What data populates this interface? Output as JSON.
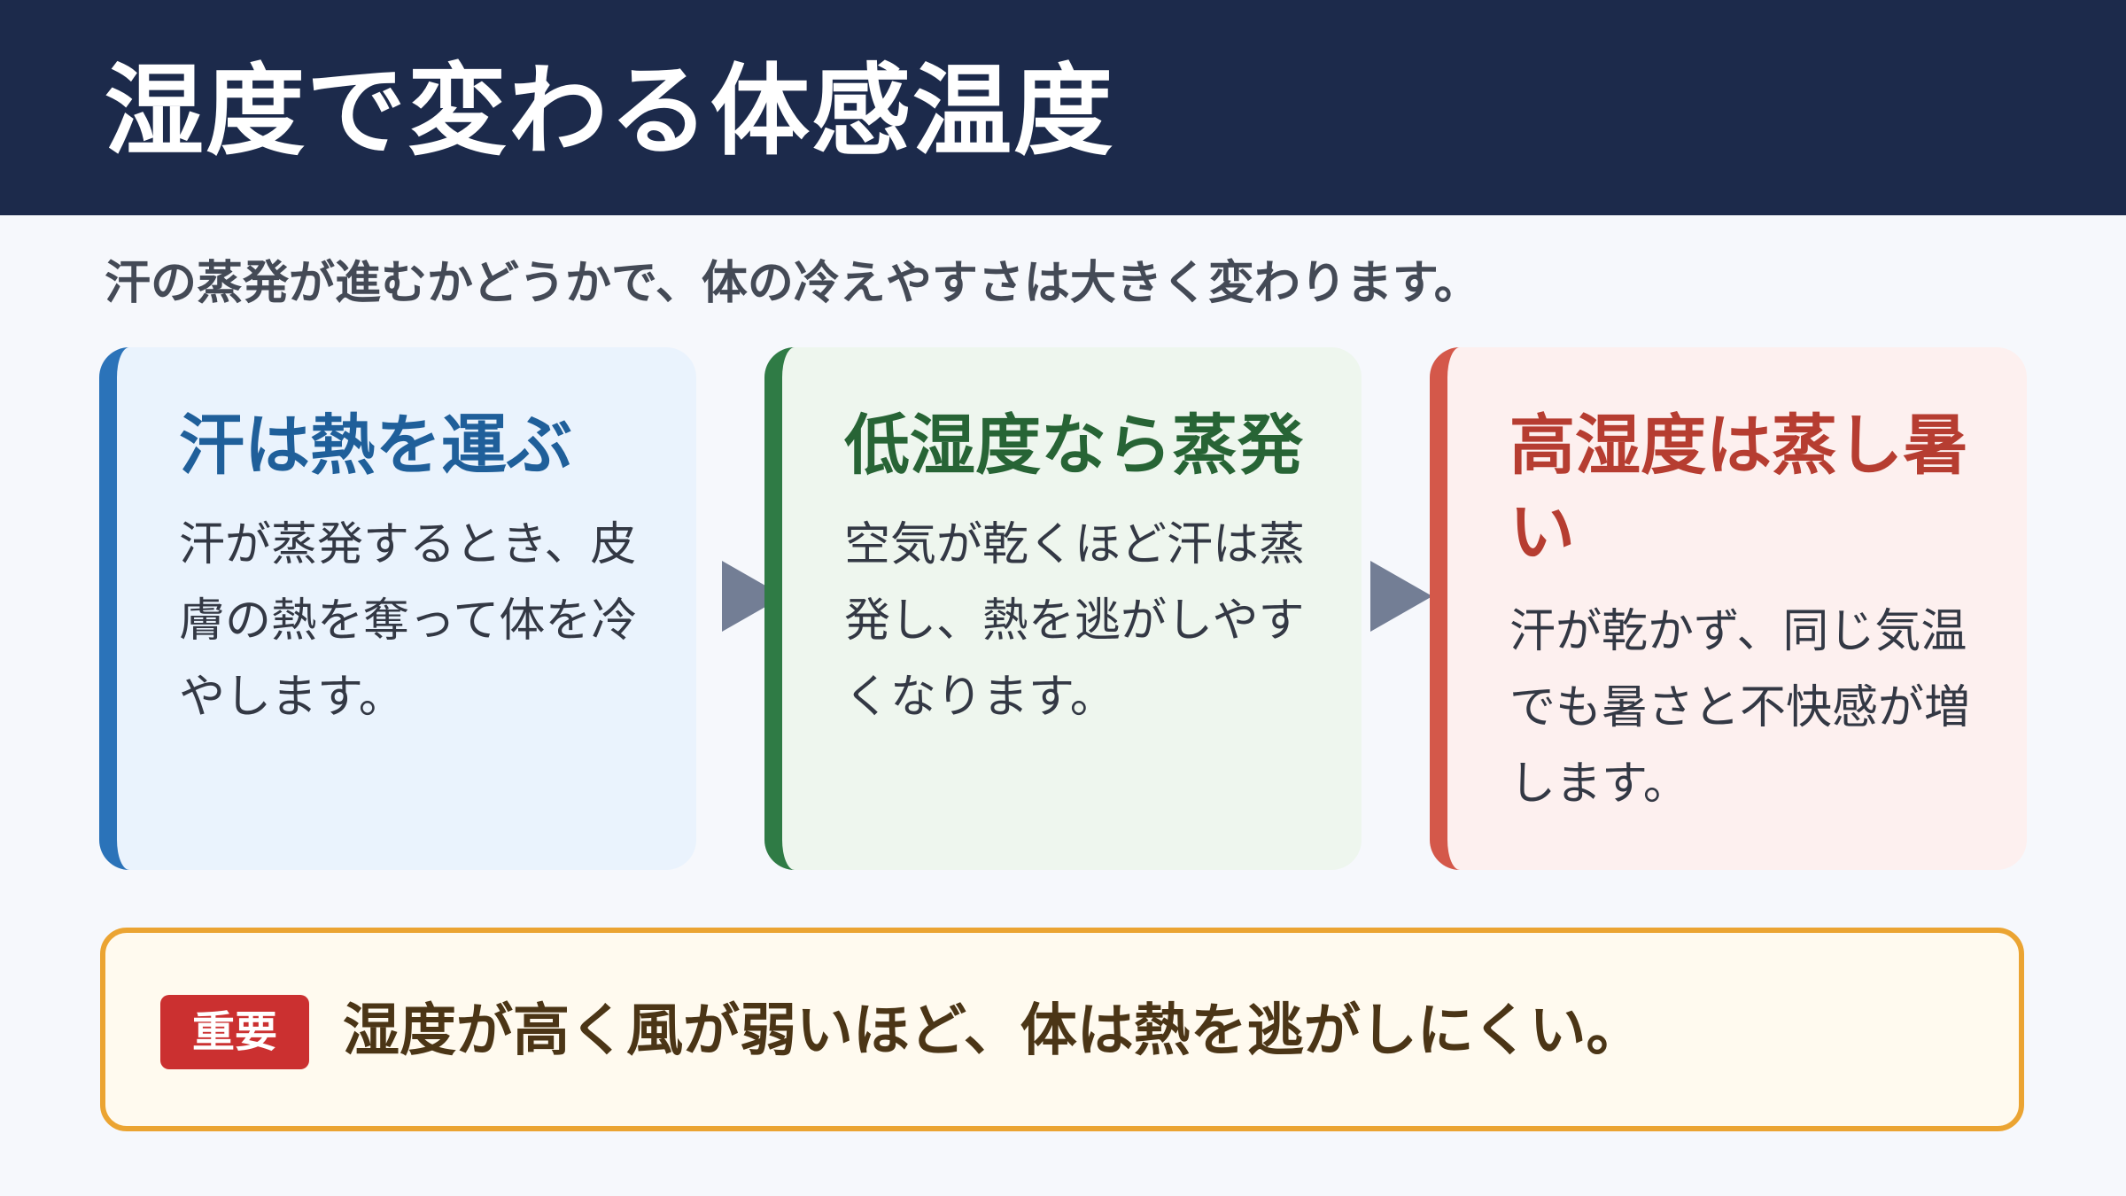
{
  "title": "湿度で変わる体感温度",
  "subtitle": "汗の蒸発が進むかどうかで、体の冷えやすさは大きく変わります。",
  "cards": [
    {
      "title": "汗は熱を運ぶ",
      "body": "汗が蒸発するとき、皮膚の熱を奪って体を冷やします。",
      "accent": "#2b73b9",
      "background": "#eaf3fd"
    },
    {
      "title": "低湿度なら蒸発",
      "body": "空気が乾くほど汗は蒸発し、熱を逃がしやすくなります。",
      "accent": "#2f7b45",
      "background": "#eef6ee"
    },
    {
      "title": "高湿度は蒸し暑い",
      "body": "汗が乾かず、同じ気温でも暑さと不快感が増します。",
      "accent": "#d4584a",
      "background": "#fdf0ef"
    }
  ],
  "callout": {
    "badge": "重要",
    "text": "湿度が高く風が弱いほど、体は熱を逃がしにくい。",
    "border_color": "#eba432",
    "badge_color": "#cb3030"
  },
  "colors": {
    "header": "#1c2a4b",
    "arrow": "#737e95"
  },
  "icons": [
    "arrow-right-icon",
    "arrow-right-icon"
  ]
}
